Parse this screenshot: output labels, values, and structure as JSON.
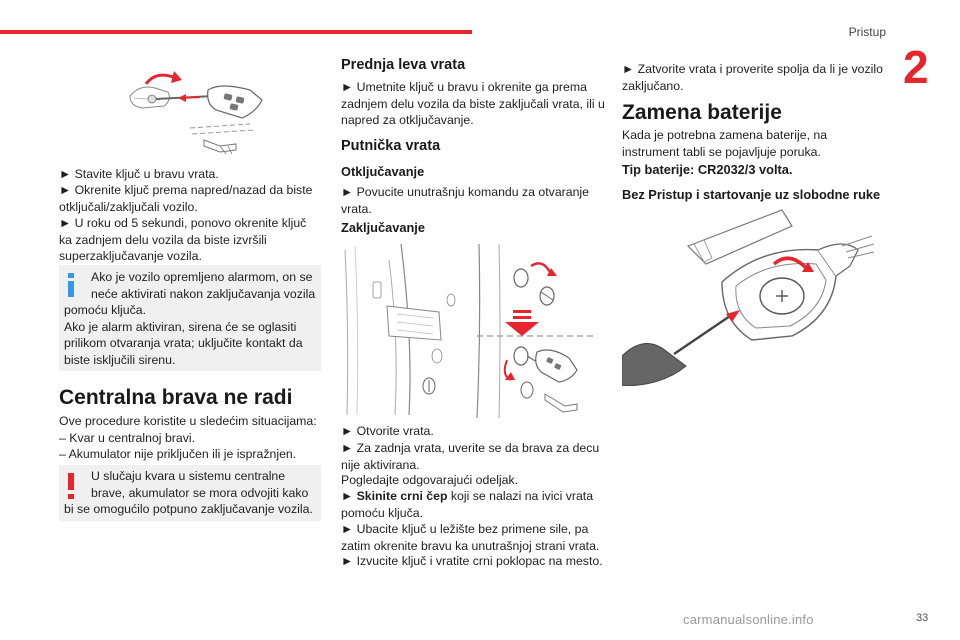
{
  "header": {
    "section": "Pristup",
    "chapter": "2",
    "page": "33"
  },
  "watermark": "carmanualsonline.info",
  "col1": {
    "steps": [
      "► Stavite ključ u bravu vrata.",
      "► Okrenite ključ prema napred/nazad da biste otključali/zaključali vozilo.",
      "► U roku od 5 sekundi, ponovo okrenite ključ ka zadnjem delu vozila da biste izvršili superzaključavanje vozila."
    ],
    "info_note": {
      "icon": "i",
      "lines": [
        "Ako je vozilo opremljeno alarmom, on se",
        "neće aktivirati nakon zaključavanja vozila",
        "pomoću ključa.",
        "Ako je alarm aktiviran, sirena će se oglasiti",
        "prilikom otvaranja vrata; uključite kontakt da",
        "biste isključili sirenu."
      ]
    },
    "heading": "Centralna brava ne radi",
    "intro": "Ove procedure koristite u sledećim situacijama:",
    "list": [
      "– Kvar u centralnoj bravi.",
      "– Akumulator nije priključen ili je ispražnjen."
    ],
    "warning_note": {
      "icon": "!",
      "lines": [
        "U slučaju kvara u sistemu centralne",
        "brave, akumulator se mora odvojiti kako",
        "bi se omogućilo potpuno zaključavanje vozila."
      ]
    }
  },
  "col2": {
    "front_door_title": "Prednja leva vrata",
    "front_door_text": "► Umetnite ključ u bravu i okrenite ga prema zadnjem delu vozila da biste zaključali vrata, ili u napred za otključavanje.",
    "passenger_title": "Putnička vrata",
    "unlock_title": "Otključavanje",
    "unlock_text": "► Povucite unutrašnju komandu za otvaranje vrata.",
    "lock_title": "Zaključavanje",
    "steps": [
      "► Otvorite vrata.",
      "► Za zadnja vrata, uverite se da brava za decu nije aktivirana.",
      "Pogledajte odgovarajući odeljak."
    ],
    "step_bold": "► Skinite crni čep",
    "step_bold_rest": " koji se nalazi na ivici vrata pomoću ključa.",
    "steps_after": [
      "► Ubacite ključ u ležište bez primene sile, pa zatim okrenite bravu ka unutrašnjoj strani vrata.",
      "► Izvucite ključ i vratite crni poklopac na mesto."
    ]
  },
  "col3": {
    "close_text": "► Zatvorite vrata i proverite spolja da li je vozilo zaključano.",
    "heading": "Zamena baterije",
    "intro": "Kada je potrebna zamena baterije, na instrument tabli se pojavljuje poruka.",
    "battery_type": "Tip baterije: CR2032/3 volta.",
    "keyless_title": "Bez Pristup i startovanje uz slobodne ruke"
  },
  "colors": {
    "accent": "#e6262c",
    "note_bg": "#f0f0f0",
    "info_icon": "#3399e6"
  },
  "illustrations": {
    "key_turn": "key-in-door-lock-illustration",
    "door_edge": "door-edge-lock-cap-illustration",
    "battery": "key-battery-replacement-illustration"
  }
}
